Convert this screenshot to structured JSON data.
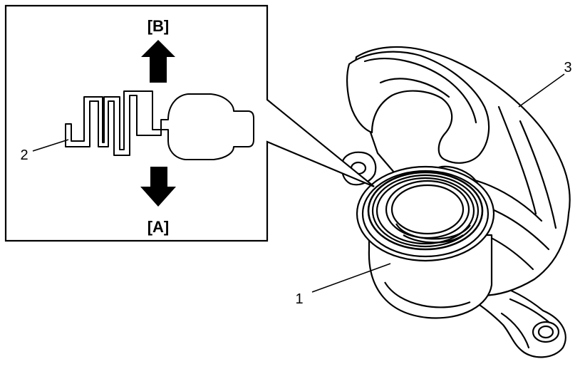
{
  "inset": {
    "label_top": "[B]",
    "label_bottom": "[A]"
  },
  "callouts": {
    "c1": "1",
    "c2": "2",
    "c3": "3"
  },
  "colors": {
    "ink": "#000000",
    "paper": "#ffffff"
  },
  "icons": [
    "arrow-up-icon",
    "arrow-down-icon"
  ]
}
